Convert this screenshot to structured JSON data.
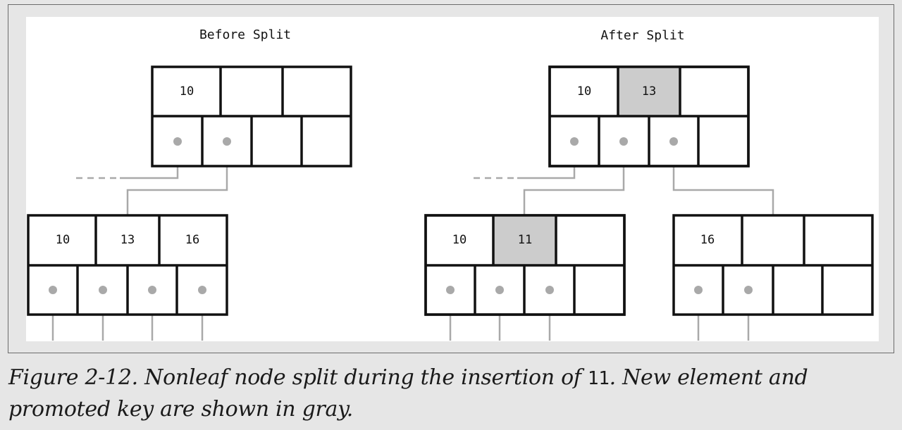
{
  "headings": {
    "before": "Before Split",
    "after": "After Split"
  },
  "before": {
    "parent": {
      "keys": [
        "10",
        "",
        ""
      ]
    },
    "child": {
      "keys": [
        "10",
        "13",
        "16"
      ]
    }
  },
  "after": {
    "parent": {
      "keys": [
        "10",
        "13",
        ""
      ],
      "highlighted_key": "13"
    },
    "left_child": {
      "keys": [
        "10",
        "11",
        ""
      ],
      "highlighted_key": "11"
    },
    "right_child": {
      "keys": [
        "16",
        "",
        ""
      ]
    }
  },
  "caption": {
    "prefix": "Figure 2-12. Nonleaf node split during the insertion of ",
    "code": "11",
    "suffix": ". New element and promoted key are shown in gray."
  },
  "colors": {
    "highlight": "#cccccc",
    "connector": "#a9a9a9",
    "border": "#111111"
  }
}
